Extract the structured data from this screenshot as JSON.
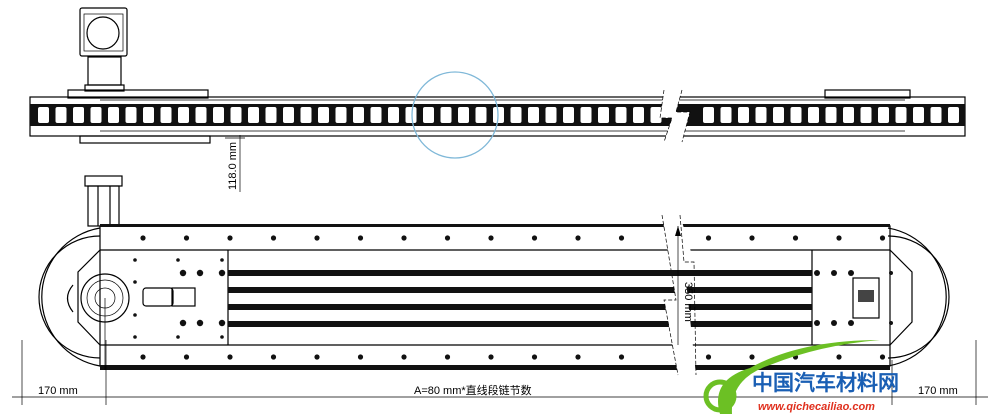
{
  "drawing": {
    "top_view": {
      "height_dimension": "118.0 mm",
      "highlight_color": "#7fb8d8"
    },
    "side_view": {
      "width_dimension": "350 mm"
    },
    "dimensions": {
      "left_end": "170 mm",
      "straight_section": "A=80 mm*直线段链节数",
      "right_end": "170 mm"
    }
  },
  "watermark": {
    "name": "中国汽车材料网",
    "url": "www.qichecailiao.com",
    "colors": {
      "swoosh": "#6cc024",
      "name": "#1a5fb4",
      "url": "#e0301e"
    }
  }
}
